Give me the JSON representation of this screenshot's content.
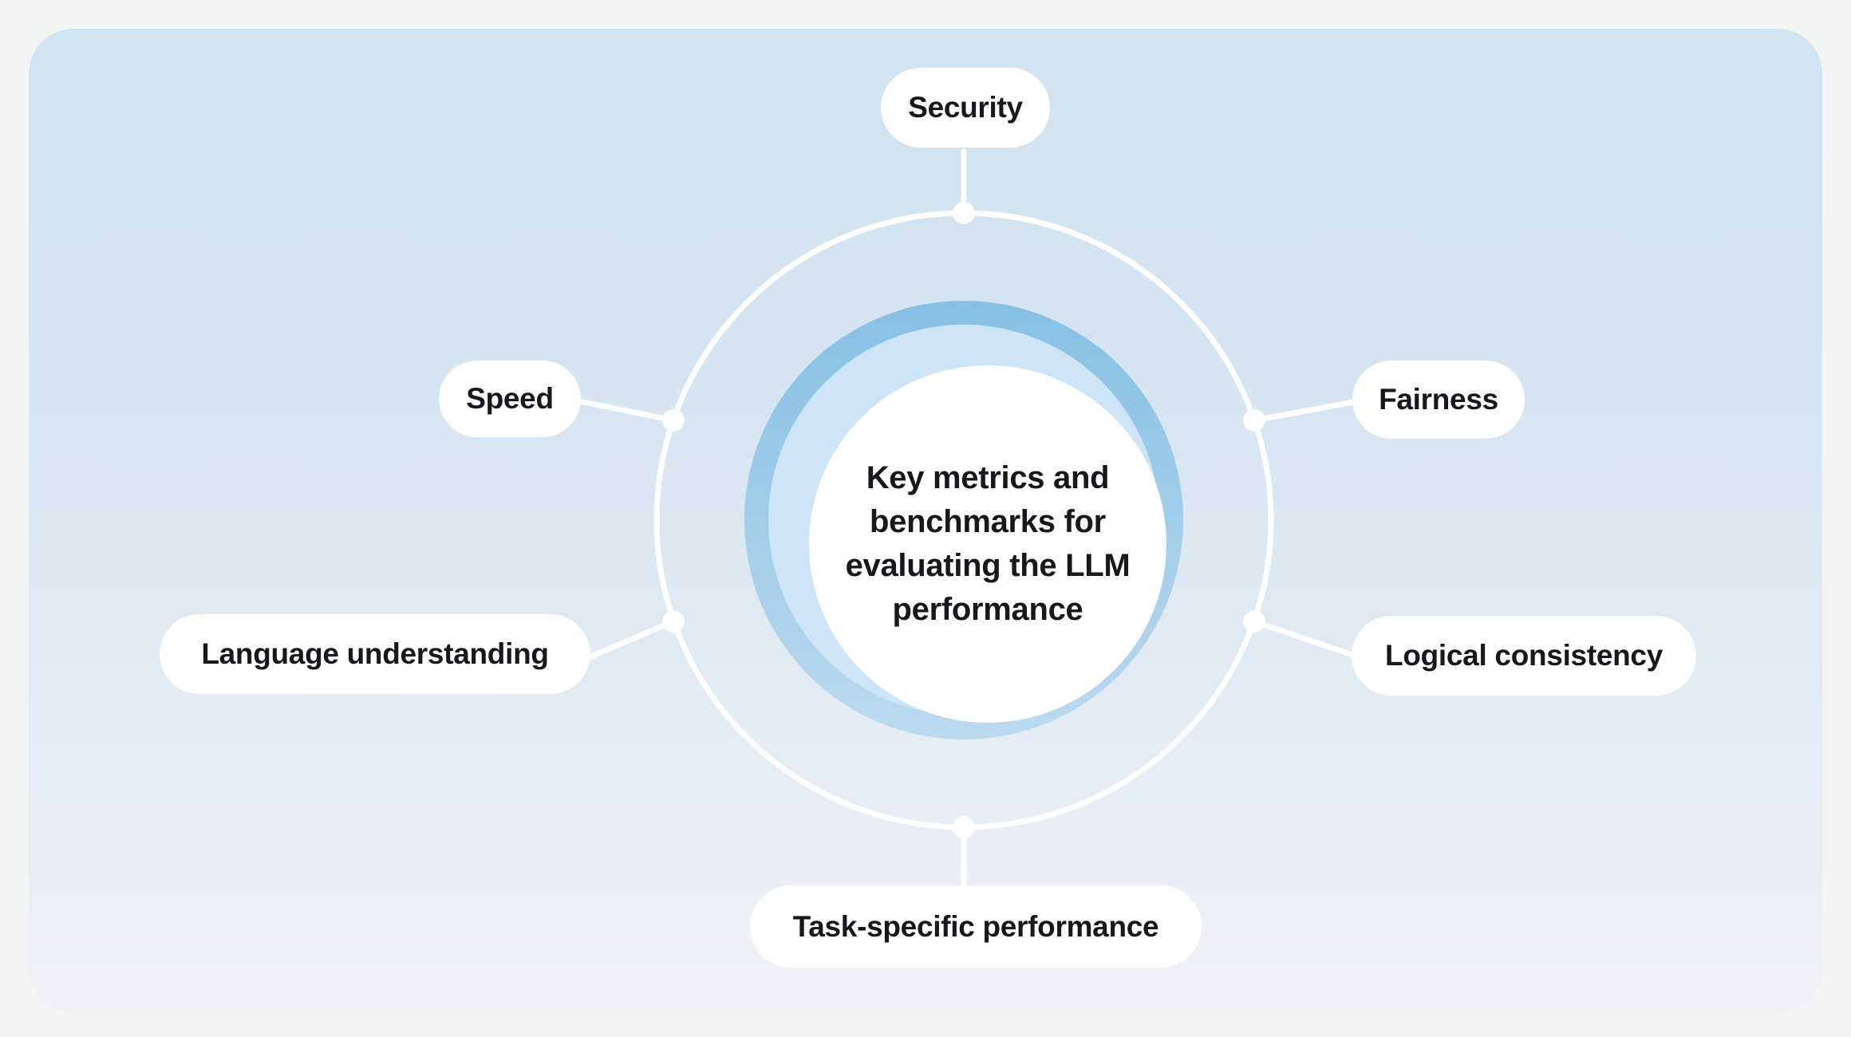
{
  "colors": {
    "page-bg": "#f3f4f4",
    "card-top": "#d1e4f1",
    "card-mid1": "#d5e5f1",
    "card-mid2": "#e4ebf3",
    "card-bottom": "#f1f2f6",
    "wire": "#ffffff",
    "node-bg": "#ffffff",
    "ring-dark-top": "#86c0e4",
    "ring-dark-bottom": "#bcdaee",
    "ring-light": "#cde5f6",
    "ink": "#17181b"
  },
  "diagram": {
    "center": {
      "lines": [
        "Key metrics and",
        "benchmarks for",
        "evaluating the LLM",
        "performance"
      ]
    },
    "nodes": [
      {
        "id": "security",
        "label": "Security",
        "position": "top"
      },
      {
        "id": "speed",
        "label": "Speed",
        "position": "upper-left"
      },
      {
        "id": "fairness",
        "label": "Fairness",
        "position": "upper-right"
      },
      {
        "id": "language-understanding",
        "label": "Language understanding",
        "position": "lower-left"
      },
      {
        "id": "logical-consistency",
        "label": "Logical consistency",
        "position": "lower-right"
      },
      {
        "id": "task-specific-performance",
        "label": "Task-specific performance",
        "position": "bottom"
      }
    ]
  }
}
